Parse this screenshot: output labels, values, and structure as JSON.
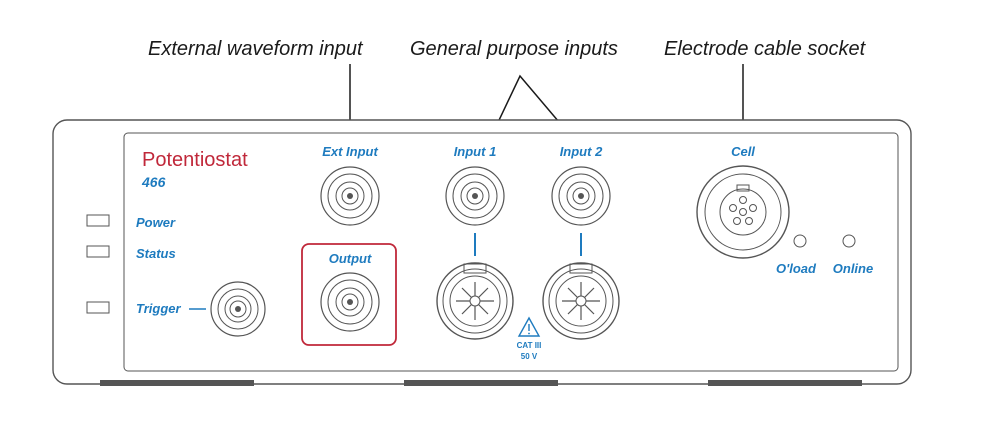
{
  "callouts": {
    "external_waveform": "External waveform input",
    "general_purpose": "General purpose inputs",
    "electrode_cable": "Electrode cable socket"
  },
  "panel": {
    "brand": "Potentiostat",
    "model": "466",
    "leds": {
      "power": "Power",
      "status": "Status",
      "trigger": "Trigger"
    },
    "connectors": {
      "ext_input": "Ext Input",
      "input1": "Input 1",
      "input2": "Input 2",
      "cell": "Cell",
      "output": "Output"
    },
    "indicators": {
      "oload": "O'load",
      "online": "Online"
    },
    "warning": {
      "line1": "CAT III",
      "line2": "50 V"
    }
  },
  "colors": {
    "label_blue": "#1e7bbf",
    "brand_red": "#c0283a",
    "outline": "#555555"
  }
}
